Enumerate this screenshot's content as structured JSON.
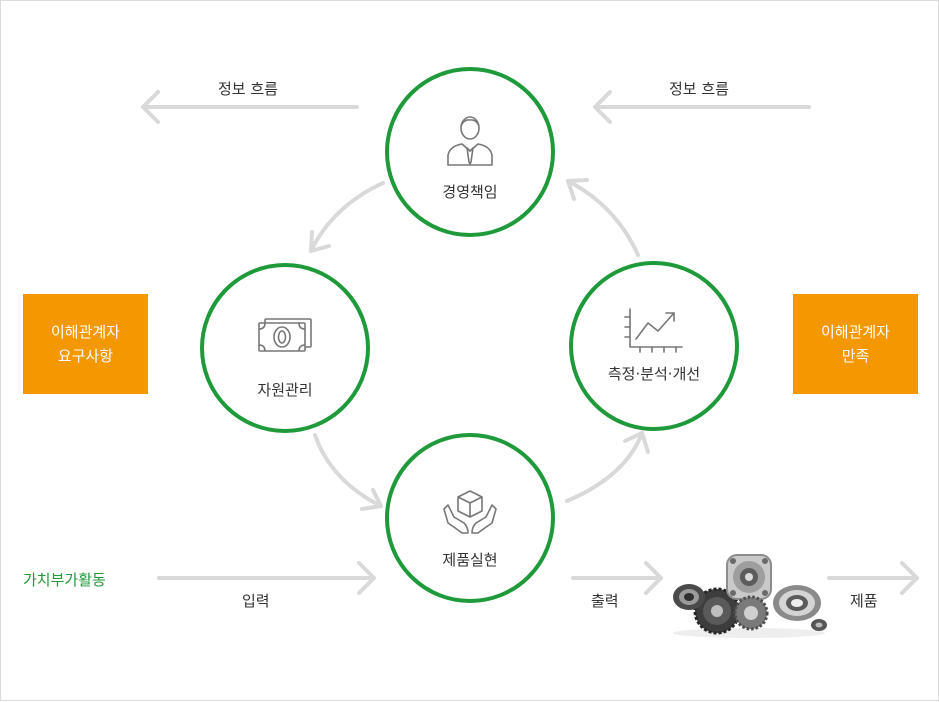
{
  "nodes": {
    "management": {
      "label": "경영책임",
      "icon": "person-icon"
    },
    "resource": {
      "label": "자원관리",
      "icon": "money-icon"
    },
    "measure": {
      "label": "측정·분석·개선",
      "icon": "growth-chart-icon"
    },
    "product": {
      "label": "제품실현",
      "icon": "box-hands-icon"
    }
  },
  "info_flow": {
    "left": "정보 흐름",
    "right": "정보 흐름"
  },
  "stakeholder": {
    "left_line1": "이해관계자",
    "left_line2": "요구사항",
    "right_line1": "이해관계자",
    "right_line2": "만족"
  },
  "bottom": {
    "value_activity": "가치부가활동",
    "input": "입력",
    "output": "출력",
    "product": "제품",
    "image": "gears-bearings-image"
  },
  "colors": {
    "circle_border": "#1f9a3a",
    "accent_orange": "#f39800",
    "arrow": "#d9d9d9",
    "value_activity_text": "#1f9a3a"
  }
}
